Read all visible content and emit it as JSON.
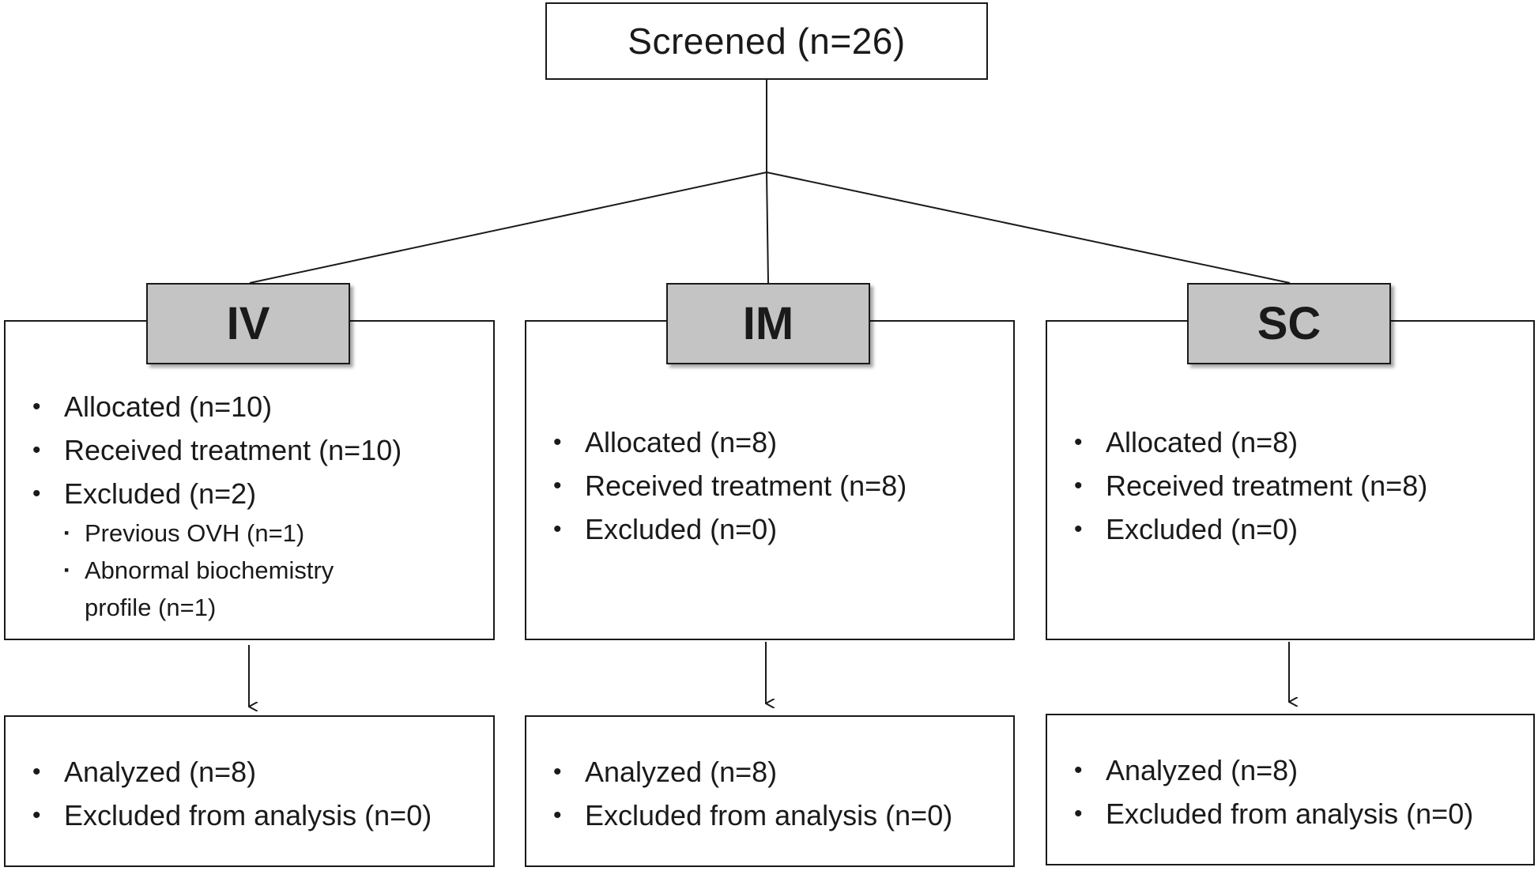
{
  "screened": {
    "label": "Screened (n=26)"
  },
  "groups": [
    {
      "name": "IV",
      "items": [
        "Allocated (n=10)",
        "Received treatment (n=10)",
        "Excluded (n=2)"
      ],
      "exclusion_reasons": [
        "Previous OVH (n=1)",
        "Abnormal biochemistry",
        "profile  (n=1)"
      ],
      "analysis": [
        "Analyzed (n=8)",
        "Excluded from analysis (n=0)"
      ]
    },
    {
      "name": "IM",
      "items": [
        "Allocated (n=8)",
        "Received treatment (n=8)",
        "Excluded (n=0)"
      ],
      "analysis": [
        "Analyzed (n=8)",
        "Excluded from analysis (n=0)"
      ]
    },
    {
      "name": "SC",
      "items": [
        "Allocated (n=8)",
        "Received treatment (n=8)",
        "Excluded (n=0)"
      ],
      "analysis": [
        "Analyzed (n=8)",
        "Excluded from analysis (n=0)"
      ]
    }
  ],
  "colors": {
    "line": "#1a1a1a",
    "header_fill": "#c4c4c4",
    "background": "#ffffff"
  }
}
